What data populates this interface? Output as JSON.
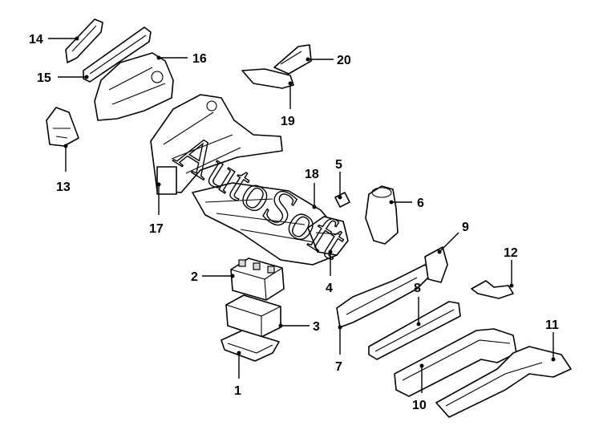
{
  "callouts": [
    {
      "id": "1",
      "label": "1"
    },
    {
      "id": "2",
      "label": "2"
    },
    {
      "id": "3",
      "label": "3"
    },
    {
      "id": "4",
      "label": "4"
    },
    {
      "id": "5",
      "label": "5"
    },
    {
      "id": "6",
      "label": "6"
    },
    {
      "id": "7",
      "label": "7"
    },
    {
      "id": "8",
      "label": "8"
    },
    {
      "id": "9",
      "label": "9"
    },
    {
      "id": "10",
      "label": "10"
    },
    {
      "id": "11",
      "label": "11"
    },
    {
      "id": "12",
      "label": "12"
    },
    {
      "id": "13",
      "label": "13"
    },
    {
      "id": "14",
      "label": "14"
    },
    {
      "id": "15",
      "label": "15"
    },
    {
      "id": "16",
      "label": "16"
    },
    {
      "id": "17",
      "label": "17"
    },
    {
      "id": "18",
      "label": "18"
    },
    {
      "id": "19",
      "label": "19"
    },
    {
      "id": "20",
      "label": "20"
    }
  ],
  "watermark": "AutoSoft"
}
